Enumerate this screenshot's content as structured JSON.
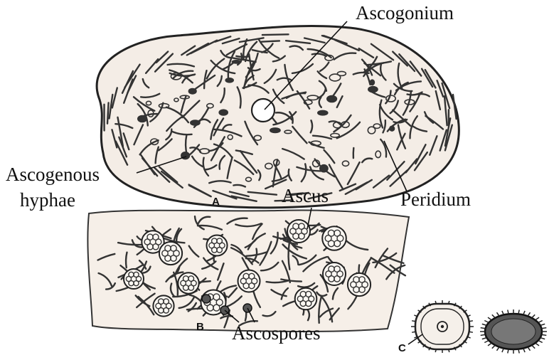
{
  "labels": {
    "ascogonium": "Ascogonium",
    "ascogenous_line1": "Ascogenous",
    "ascogenous_line2": "hyphae",
    "ascus": "Ascus",
    "peridium": "Peridium",
    "ascospores": "Ascospores",
    "part_a": "A",
    "part_b": "B",
    "part_c": "C"
  },
  "colors": {
    "ink": "#222222",
    "fill": "#f3ebe4",
    "spore_dark": "#444444"
  }
}
